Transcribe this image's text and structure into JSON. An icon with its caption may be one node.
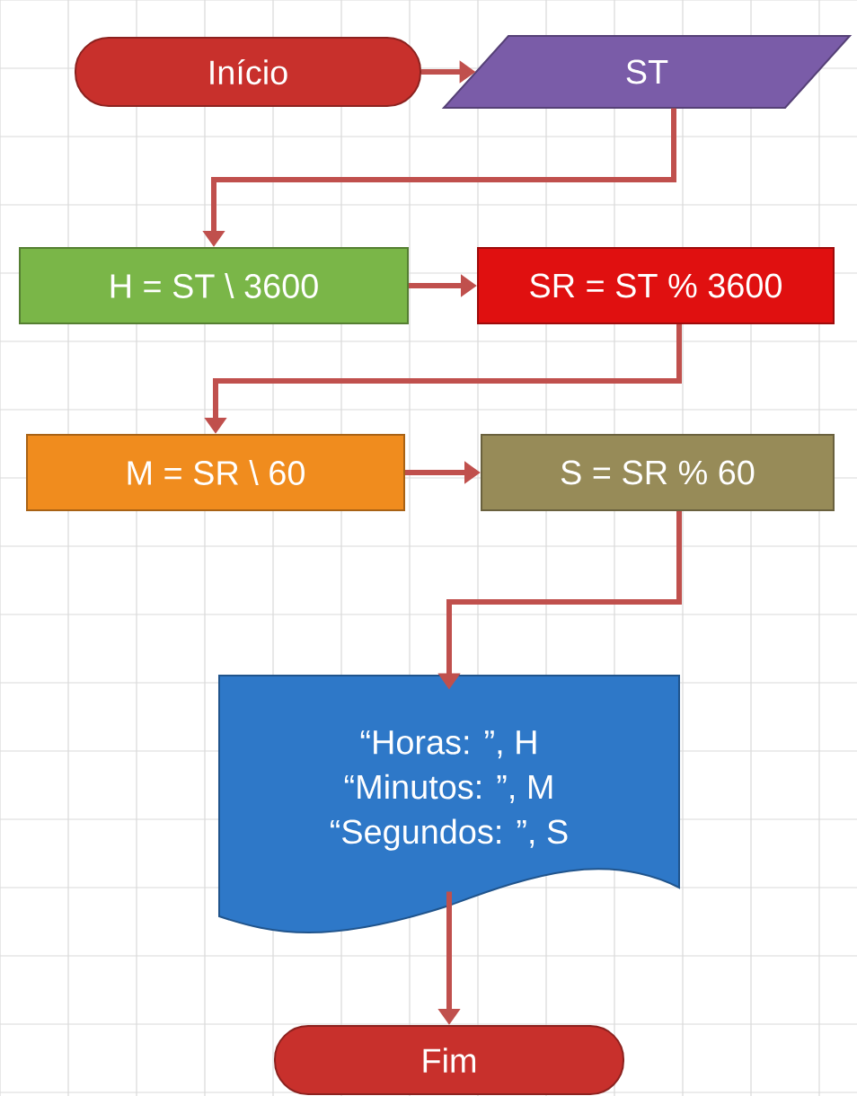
{
  "diagram": {
    "nodes": [
      {
        "text": [
          "Início"
        ]
      },
      {
        "text": [
          "ST"
        ]
      },
      {
        "text": [
          "H = ST \\ 3600"
        ]
      },
      {
        "text": [
          "SR = ST % 3600"
        ]
      },
      {
        "text": [
          "M = SR \\ 60"
        ]
      },
      {
        "text": [
          "S = SR % 60"
        ]
      },
      {
        "text": [
          "“Horas: ”, H",
          "“Minutos: ”, M",
          "“Segundos: ”, S"
        ]
      },
      {
        "text": [
          "Fim"
        ]
      }
    ],
    "edges": [
      {
        "from": 0,
        "to": 1,
        "arrow": "to"
      },
      {
        "from": 1,
        "to": 2,
        "arrow": "to"
      },
      {
        "from": 2,
        "to": 3,
        "arrow": "to"
      },
      {
        "from": 3,
        "to": 4,
        "arrow": "to"
      },
      {
        "from": 4,
        "to": 5,
        "arrow": "to"
      },
      {
        "from": 5,
        "to": 6,
        "arrow": "to"
      },
      {
        "from": 6,
        "to": 7,
        "arrow": "to"
      }
    ]
  }
}
